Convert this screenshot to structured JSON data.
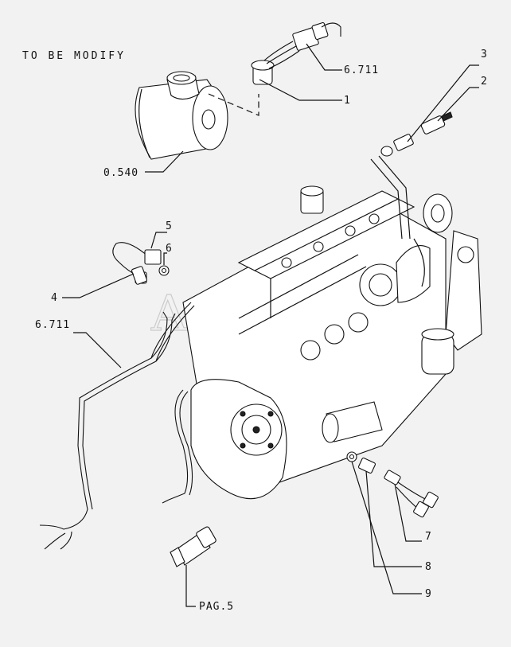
{
  "note": "TO BE MODIFY",
  "watermark": "Autob",
  "callouts": {
    "c1": "1",
    "c2": "2",
    "c3": "3",
    "c4": "4",
    "c5": "5",
    "c6": "6",
    "c7": "7",
    "c8": "8",
    "c9": "9",
    "ref_harness_top": "6.711",
    "ref_harness_left": "6.711",
    "ref_housing": "0.540",
    "ref_page": "PAG.5"
  },
  "icons": [
    "connector-icon",
    "sensor-icon",
    "engine-drawing"
  ]
}
